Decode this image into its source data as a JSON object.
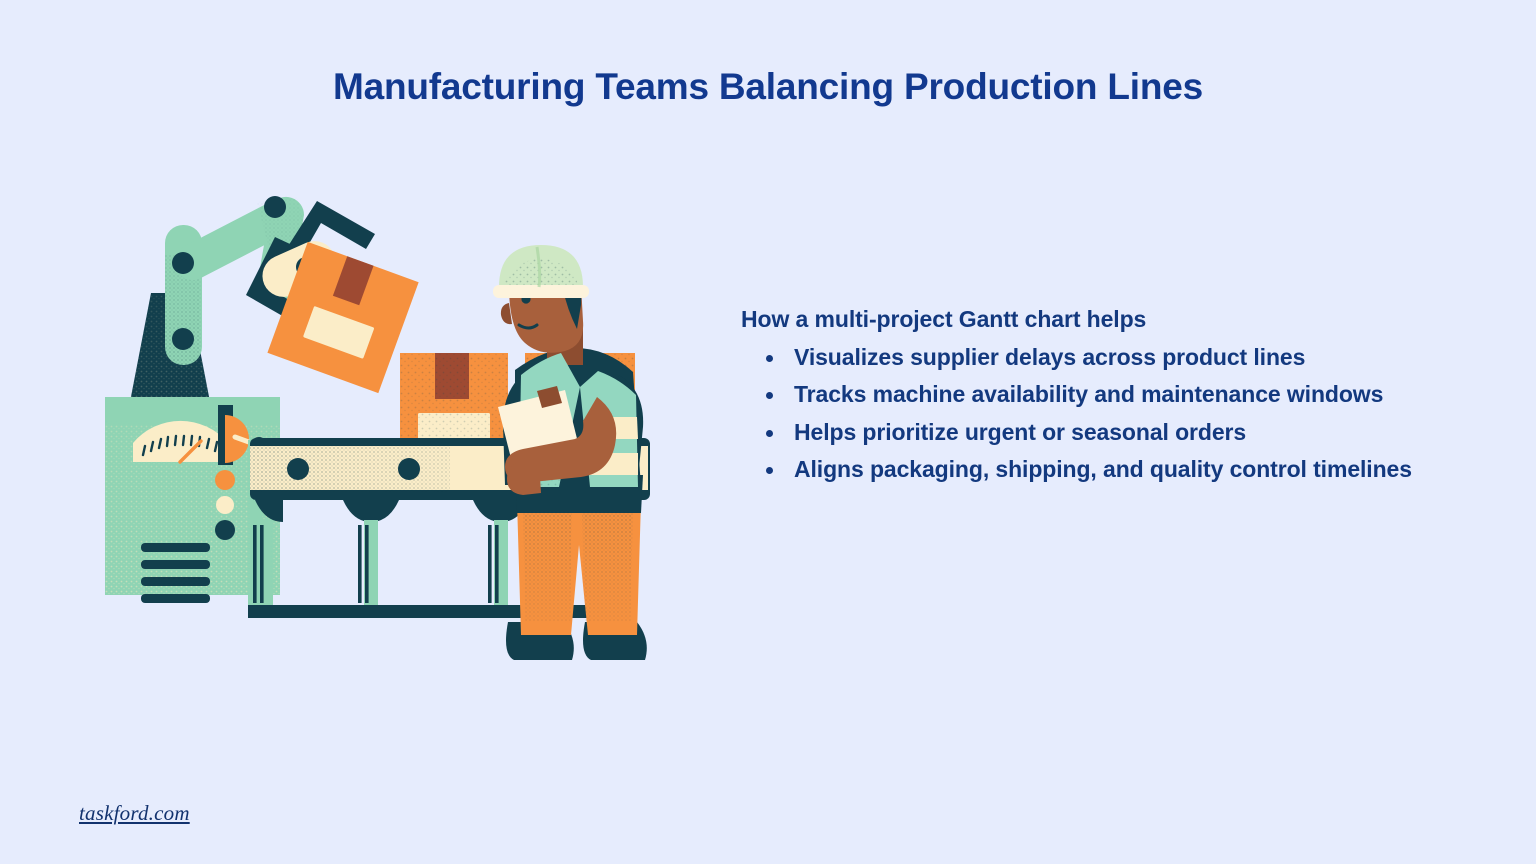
{
  "slide": {
    "background_color": "#e6ecfd",
    "title": "Manufacturing Teams Balancing Production Lines"
  },
  "copy": {
    "heading": "How a multi-project Gantt chart helps",
    "bullets": [
      "Visualizes supplier delays across product lines",
      "Tracks machine availability and maintenance windows",
      "Helps prioritize urgent or seasonal orders",
      "Aligns packaging, shipping, and quality control timelines"
    ]
  },
  "footer": {
    "link_text": "taskford.com"
  },
  "illustration": {
    "name": "factory-robot-arm-conveyor-worker-illustration",
    "colors": {
      "navy": "#123f4d",
      "navy_deep": "#0f3a47",
      "mint": "#8fd4b4",
      "mint_light": "#a7dec4",
      "mint_pale": "#93d7c0",
      "cream": "#fbedc8",
      "cream_light": "#fdf3dc",
      "orange": "#f6913f",
      "orange_deep": "#f4833a",
      "brown_tape": "#9e4a32",
      "skin": "#a8603c",
      "skin_dark": "#8d4d30"
    },
    "elements": [
      "robot-arm",
      "robot-gripper",
      "lifted-orange-box",
      "machine-console",
      "gauge-dial",
      "orange-knob",
      "indicator-lights",
      "console-slats",
      "conveyor-belt",
      "conveyor-legs",
      "cardboard-box-left",
      "cardboard-box-right",
      "factory-worker",
      "hard-hat",
      "safety-vest",
      "clipboard"
    ]
  },
  "text_colors": {
    "title": "#12398f",
    "body": "#13397f",
    "footer": "#12326e"
  }
}
